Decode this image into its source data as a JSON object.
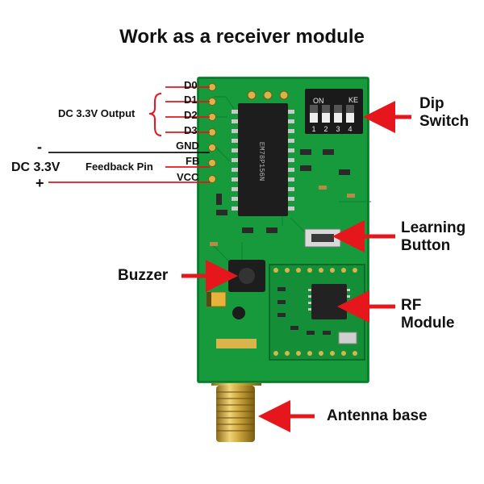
{
  "title": "Work as a receiver module",
  "pins": [
    "D0",
    "D1",
    "D2",
    "D3",
    "GND",
    "FB",
    "VCC"
  ],
  "labels": {
    "output": "DC 3.3V Output",
    "power": "DC 3.3V",
    "minus": "-",
    "plus": "+",
    "feedback": "Feedback Pin",
    "dip_line1": "Dip",
    "dip_line2": "Switch",
    "learn_line1": "Learning",
    "learn_line2": "Button",
    "buzzer": "Buzzer",
    "rf_line1": "RF",
    "rf_line2": "Module",
    "antenna": "Antenna base"
  },
  "board_text": {
    "chip": "EM78P156N",
    "dip_on": "ON",
    "dip_ke": "KE",
    "dip_nums": [
      "1",
      "2",
      "3",
      "4"
    ]
  },
  "colors": {
    "pcb": "#169a3c",
    "arrow": "#e5161c",
    "gold": "#c9a43a"
  }
}
